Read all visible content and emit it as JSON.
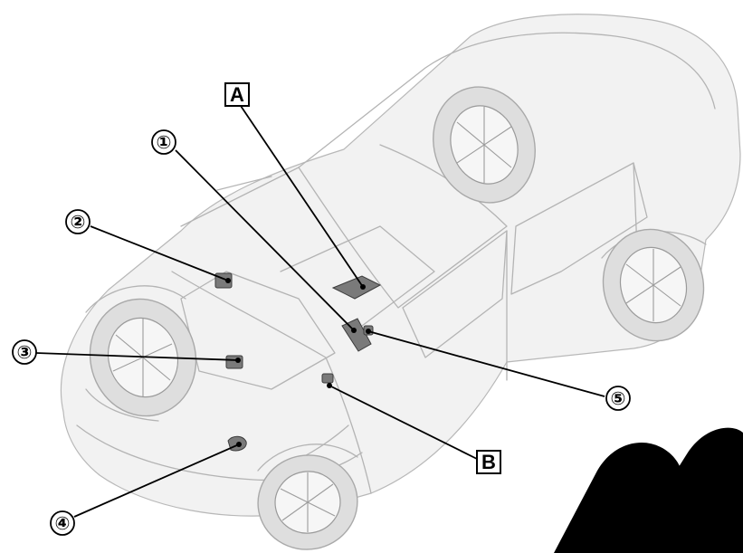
{
  "callouts": {
    "c1": {
      "label": "①"
    },
    "c2": {
      "label": "②"
    },
    "c3": {
      "label": "③"
    },
    "c4": {
      "label": "④"
    },
    "c5": {
      "label": "⑤"
    },
    "cA": {
      "label": "A"
    },
    "cB": {
      "label": "B"
    }
  },
  "colors": {
    "car_outline": "#b4b4b4",
    "component": "#7a7a7a",
    "leader": "#000000",
    "watermark": "#000000"
  }
}
